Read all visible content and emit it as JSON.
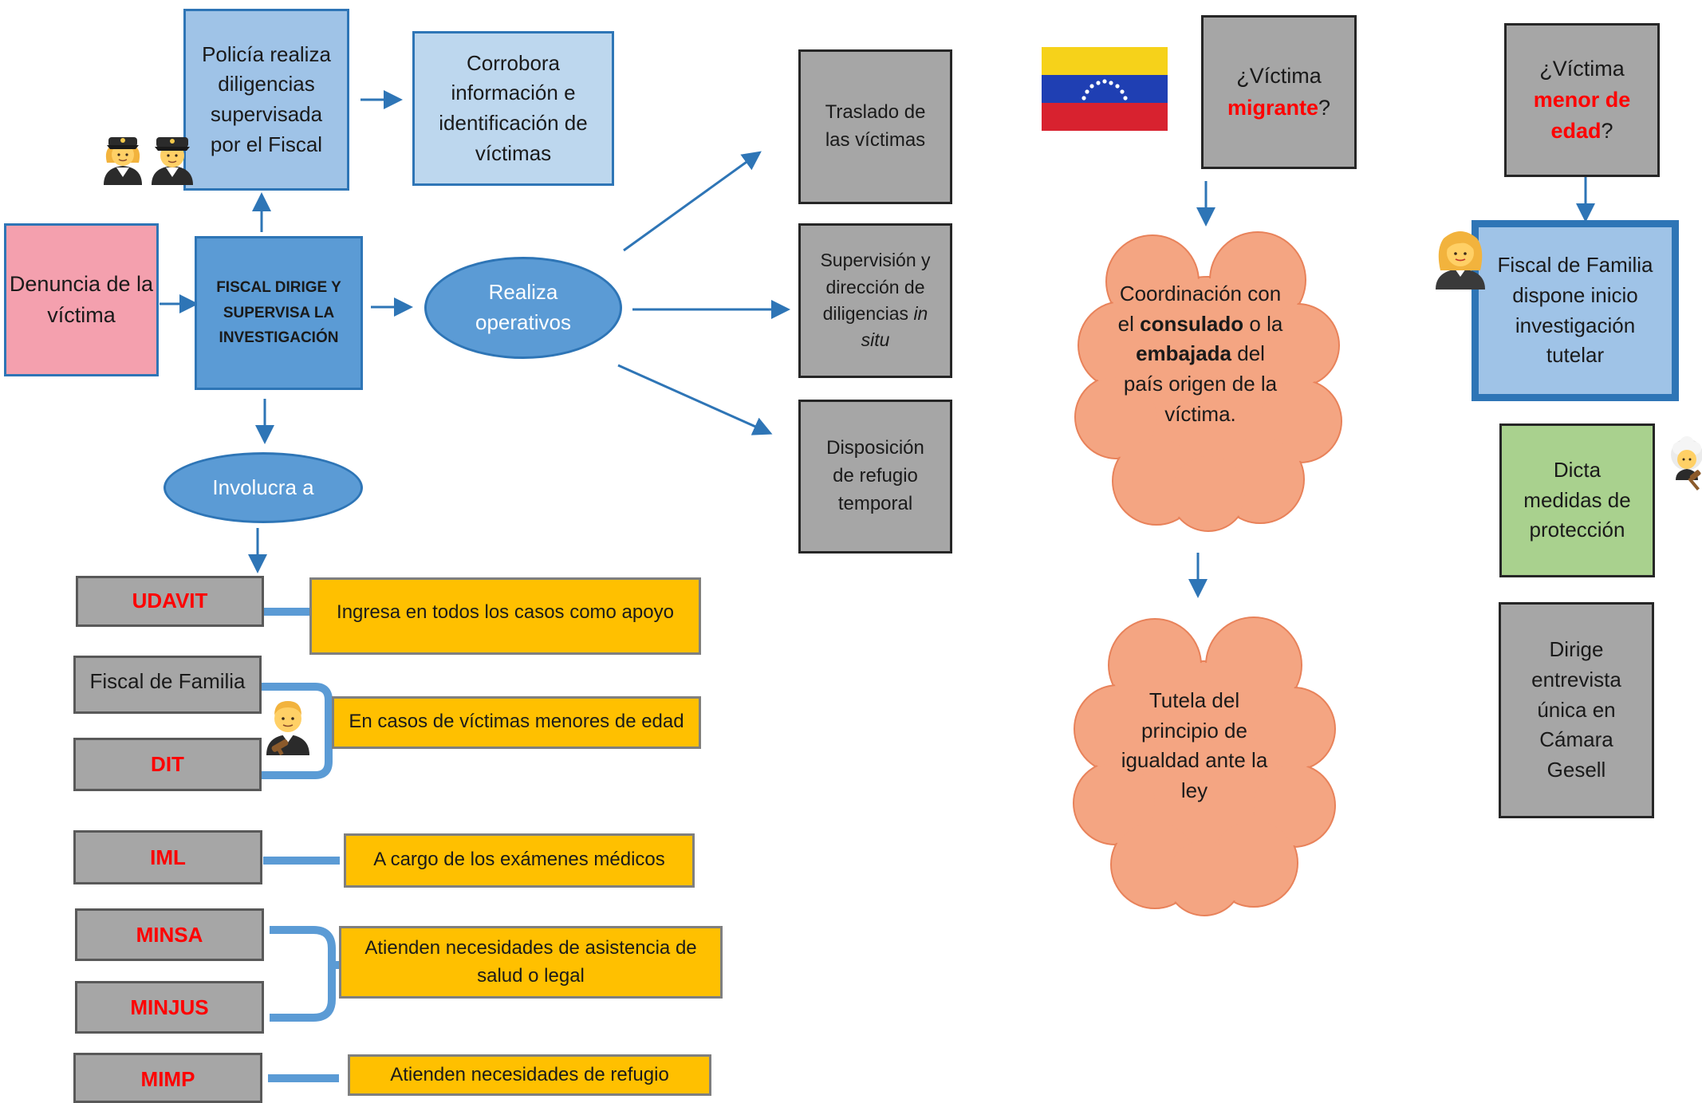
{
  "left": {
    "denuncia": "Denuncia de la víctima",
    "fiscal_dirige": "FISCAL DIRIGE Y SUPERVISA LA INVESTIGACIÓN",
    "policia": "Policía realiza diligencias supervisada por el Fiscal",
    "corrobora": "Corrobora información e identificación de víctimas",
    "realiza": "Realiza operativos",
    "involucra": "Involucra a"
  },
  "operativos": {
    "traslado": "Traslado de las víctimas",
    "supervision_a": "Supervisión y dirección de diligencias ",
    "supervision_b": "in situ",
    "disposicion": "Disposición de refugio temporal"
  },
  "agencies": {
    "udavit": "UDAVIT",
    "udavit_desc": "Ingresa en todos los casos como apoyo",
    "fiscal_familia": "Fiscal de Familia",
    "dit": "DIT",
    "menores_desc": "En casos de víctimas menores de edad",
    "iml": "IML",
    "iml_desc": "A cargo de los exámenes médicos",
    "minsa": "MINSA",
    "minjus": "MINJUS",
    "salud_desc": "Atienden necesidades de asistencia de salud o legal",
    "mimp": "MIMP",
    "mimp_desc": "Atienden necesidades de refugio"
  },
  "migrante": {
    "q_pre": "¿Víctima ",
    "q_key": "migrante",
    "q_post": "?",
    "c1": "Coordinación con el ",
    "c2": "consulado",
    "c3": " o la ",
    "c4": "embajada",
    "c5": " del país origen de la víctima.",
    "tutela": "Tutela del principio de igualdad ante la ley"
  },
  "menor": {
    "q_pre": "¿Víctima ",
    "q_key": "menor de edad",
    "q_post": "?",
    "fiscal": "Fiscal de Familia dispone inicio investigación tutelar",
    "dicta": "Dicta medidas de protección",
    "dirige": "Dirige entrevista única en Cámara Gesell"
  },
  "colors": {
    "arrow": "#2e75b6",
    "connector": "#5b9bd5",
    "cloud": "#f4a582",
    "red_text": "#ff0000"
  },
  "icons": {
    "police": "police-officers-icon",
    "judge": "judge-man-icon",
    "flag": "venezuela-flag-icon",
    "woman": "woman-official-icon",
    "gavel": "judge-gavel-icon"
  }
}
